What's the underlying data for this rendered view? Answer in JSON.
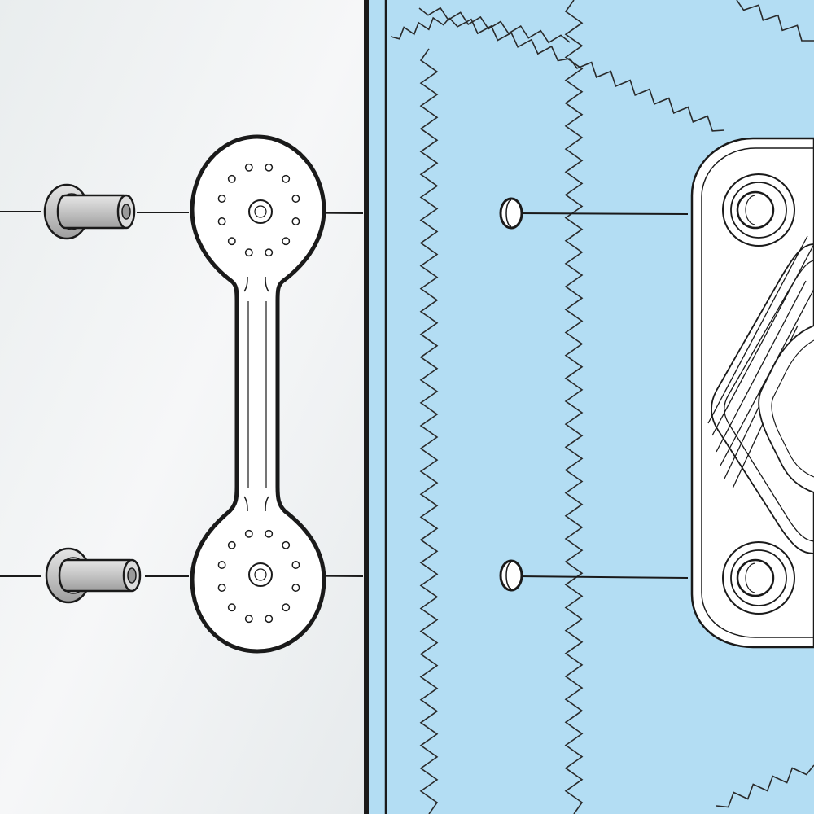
{
  "diagram": {
    "kind": "exploded-assembly-illustration",
    "components": [
      "rivet-top",
      "rivet-bottom",
      "backing-plate",
      "sail-fabric-panel",
      "rivet-hole-top",
      "rivet-hole-bottom",
      "fairlead-fitting"
    ],
    "colors": {
      "left_background": "#eef1f2",
      "sail": "#b3ddf3",
      "outline": "#1a1a1a",
      "metal": "#c9c9c9",
      "white_part": "#ffffff"
    },
    "labels": []
  }
}
